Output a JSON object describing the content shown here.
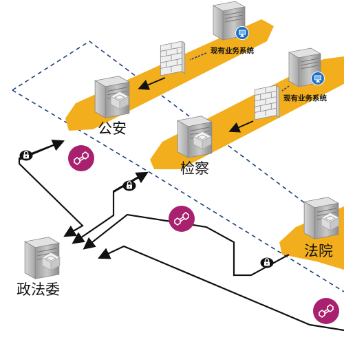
{
  "colors": {
    "band": "#f2ae1c",
    "link": "#111111",
    "boundary": "#1c3f7a",
    "badge": "#a8206e",
    "monitor": "#1f6fc4"
  },
  "nodes": {
    "gongan": {
      "label": "公安",
      "icon": "server-icon"
    },
    "jiancha": {
      "label": "检察",
      "icon": "server-icon"
    },
    "fayuan": {
      "label": "法院",
      "icon": "server-icon"
    },
    "zhengfawei": {
      "label": "政法委",
      "icon": "server-icon"
    }
  },
  "systems": {
    "gongan": {
      "label": "现有业务系统",
      "icon": "monitor-icon"
    },
    "jiancha": {
      "label": "现有业务系统",
      "icon": "monitor-icon"
    }
  },
  "icons": {
    "firewall": "brick-wall-icon",
    "lock": "padlock-icon",
    "exchange": "exchange-node-icon"
  }
}
